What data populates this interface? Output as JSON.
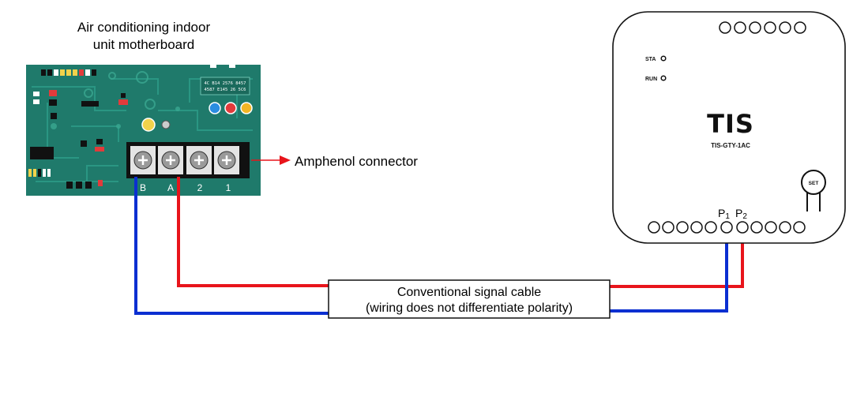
{
  "motherboard": {
    "title_line1": "Air conditioning indoor",
    "title_line2": "unit motherboard",
    "chip_line1": "4C B14 2576 8457",
    "chip_line2": "4587 E145 26 5C6",
    "terminals": [
      "B",
      "A",
      "2",
      "1"
    ]
  },
  "connector": {
    "label": "Amphenol connector"
  },
  "cable": {
    "line1": "Conventional signal cable",
    "line2": "(wiring does not differentiate polarity)"
  },
  "device": {
    "sta_label": "STA",
    "run_label": "RUN",
    "logo": "TIS",
    "model": "TIS-GTY-1AC",
    "set_label": "SET",
    "p1_label": "P",
    "p1_sub": "1",
    "p2_label": "P",
    "p2_sub": "2"
  },
  "colors": {
    "pcb": "#1f7a6b",
    "wire_red": "#e8141b",
    "wire_blue": "#0b2fd1",
    "arrow": "#e8141b"
  }
}
